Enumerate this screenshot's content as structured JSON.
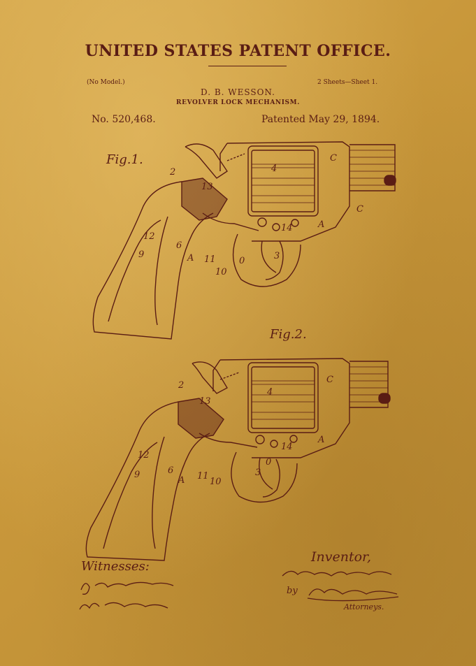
{
  "header": {
    "office": "UNITED STATES PATENT OFFICE.",
    "model": "(No Model.)",
    "sheets": "2 Sheets—Sheet 1.",
    "inventor": "D. B. WESSON.",
    "subject": "REVOLVER LOCK MECHANISM.",
    "patent_number": "No. 520,468.",
    "patent_date": "Patented May 29, 1894."
  },
  "figures": [
    {
      "label": "Fig.1.",
      "ref_labels": [
        "2",
        "13",
        "4",
        "C",
        "C",
        "12",
        "9",
        "6",
        "A",
        "11",
        "10",
        "0",
        "3",
        "14",
        "A"
      ]
    },
    {
      "label": "Fig.2.",
      "ref_labels": [
        "2",
        "13",
        "4",
        "C",
        "12",
        "9",
        "6",
        "A",
        "11",
        "10",
        "3",
        "0",
        "14",
        "A"
      ]
    }
  ],
  "footer": {
    "witnesses_label": "Witnesses:",
    "inventor_label": "Inventor,",
    "by_label": "by",
    "attorneys_label": "Attorneys."
  },
  "colors": {
    "ink": "#5a1d14",
    "paper": "#c79a3c"
  }
}
